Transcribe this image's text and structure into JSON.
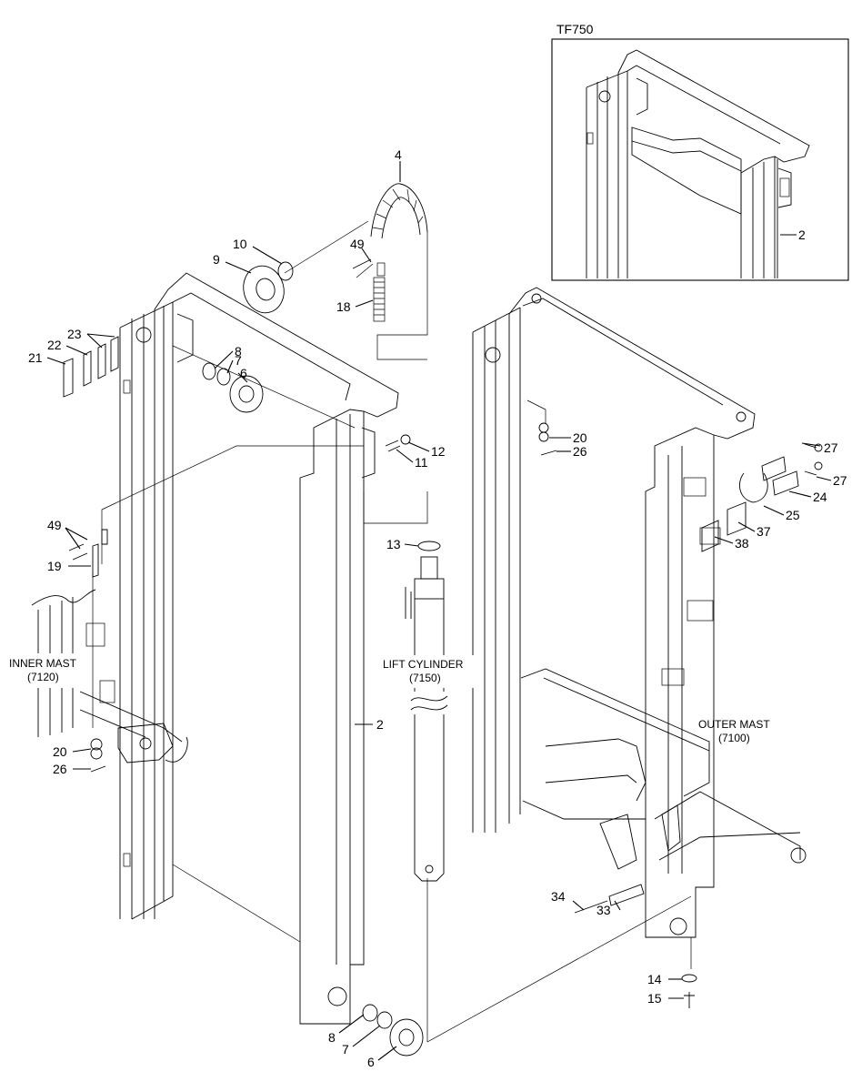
{
  "inset": {
    "title": "TF750",
    "callout": "2"
  },
  "assemblies": {
    "inner_mast": {
      "name": "INNER MAST",
      "code": "(7120)"
    },
    "lift_cylinder": {
      "name": "LIFT CYLINDER",
      "code": "(7150)"
    },
    "outer_mast": {
      "name": "OUTER MAST",
      "code": "(7100)"
    }
  },
  "callouts": {
    "c4": "4",
    "c10": "10",
    "c9": "9",
    "c49a": "49",
    "c18": "18",
    "c23": "23",
    "c22": "22",
    "c21": "21",
    "c8a": "8",
    "c7a": "7",
    "c6a": "6",
    "c12": "12",
    "c11": "11",
    "c20a": "20",
    "c26a": "26",
    "c27a": "27",
    "c27b": "27",
    "c24": "24",
    "c25": "25",
    "c37": "37",
    "c38": "38",
    "c49b": "49",
    "c19": "19",
    "c13": "13",
    "c2": "2",
    "c20b": "20",
    "c26b": "26",
    "c34": "34",
    "c33": "33",
    "c14": "14",
    "c15": "15",
    "c8b": "8",
    "c7b": "7",
    "c6b": "6"
  }
}
